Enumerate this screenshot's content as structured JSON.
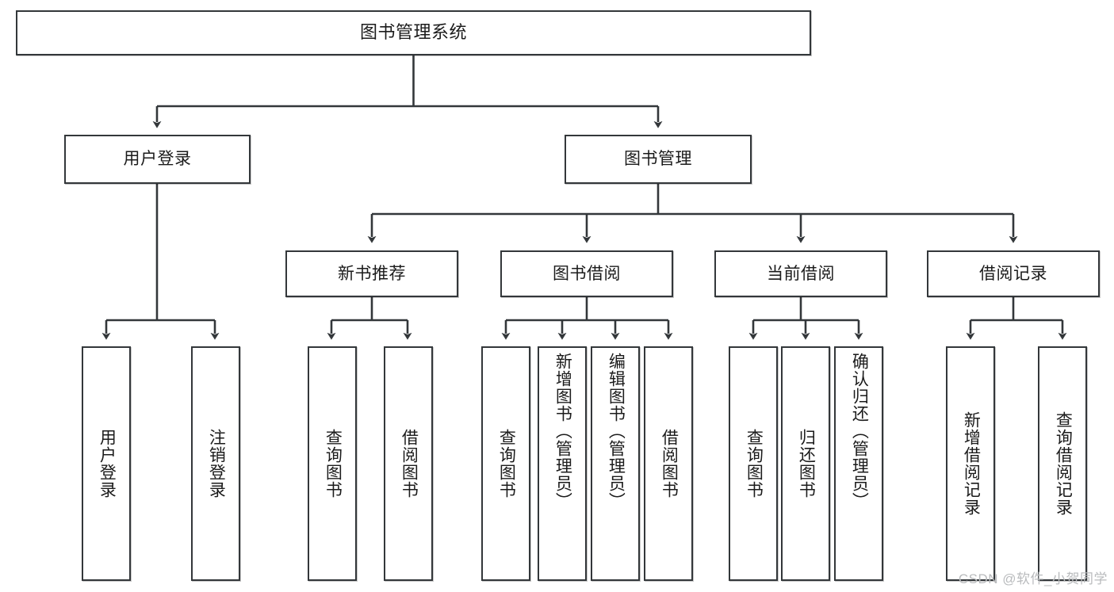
{
  "diagram": {
    "title": "图书管理系统",
    "type": "tree",
    "watermark": "CSDN @软件_小贺同学",
    "colors": {
      "stroke": "#33373a",
      "text": "#1b1b1b",
      "background": "#ffffff",
      "watermark": "#b9bbbd"
    },
    "root": {
      "label": "图书管理系统"
    },
    "level2": [
      {
        "label": "用户登录"
      },
      {
        "label": "图书管理"
      }
    ],
    "level3": [
      {
        "label": "新书推荐"
      },
      {
        "label": "图书借阅"
      },
      {
        "label": "当前借阅"
      },
      {
        "label": "借阅记录"
      }
    ],
    "leaves": {
      "user_login": [
        {
          "label": "用户登录"
        },
        {
          "label": "注销登录"
        }
      ],
      "new_book": [
        {
          "label": "查询图书"
        },
        {
          "label": "借阅图书"
        }
      ],
      "book_borrow": [
        {
          "label": "查询图书"
        },
        {
          "label": "新增图书（管理员）"
        },
        {
          "label": "编辑图书（管理员）"
        },
        {
          "label": "借阅图书"
        }
      ],
      "current_borrow": [
        {
          "label": "查询图书"
        },
        {
          "label": "归还图书"
        },
        {
          "label": "确认归还（管理员）"
        }
      ],
      "borrow_record": [
        {
          "label": "新增借阅记录"
        },
        {
          "label": "查询借阅记录"
        }
      ]
    }
  }
}
